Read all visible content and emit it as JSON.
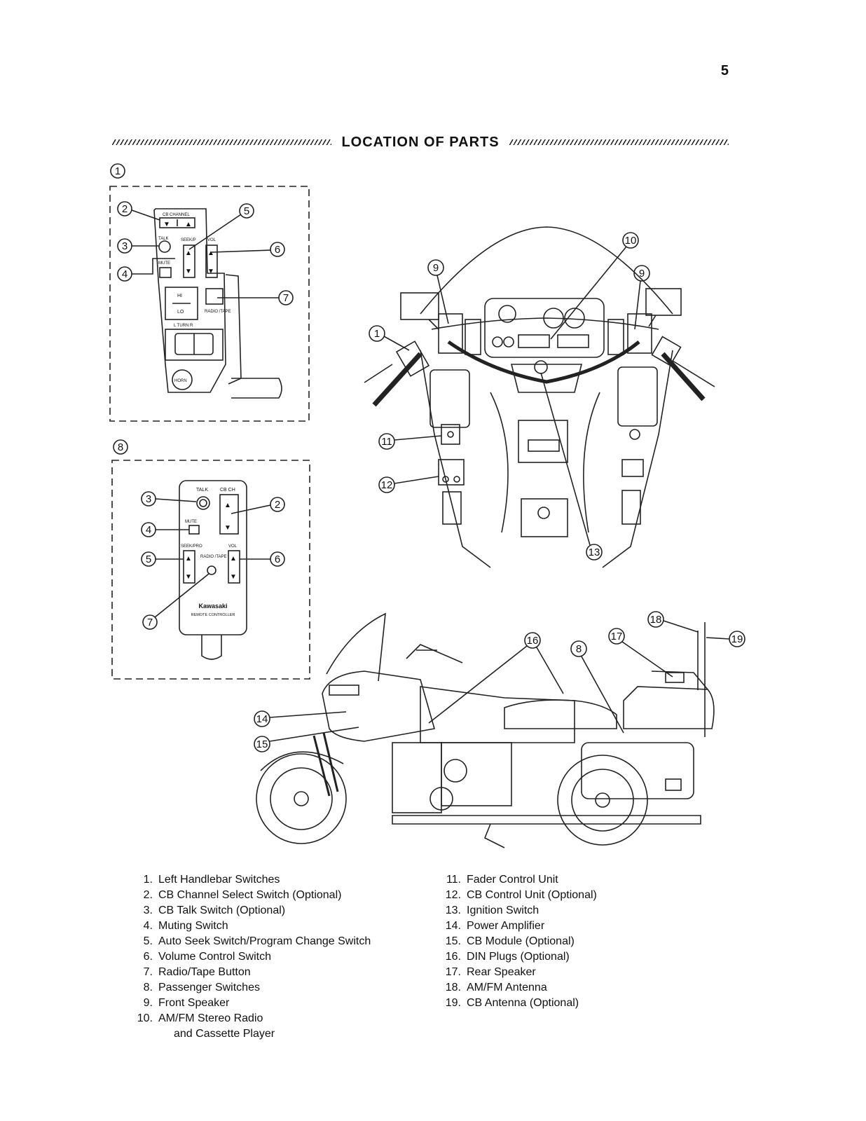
{
  "page": {
    "number": "5",
    "title": "LOCATION OF PARTS"
  },
  "callouts": {
    "c1": "1",
    "c2": "2",
    "c3": "3",
    "c4": "4",
    "c5": "5",
    "c6": "6",
    "c7": "7",
    "c8": "8",
    "c9": "9",
    "c10": "10",
    "c11": "11",
    "c12": "12",
    "c13": "13",
    "c14": "14",
    "c15": "15",
    "c16": "16",
    "c17": "17",
    "c18": "18",
    "c19": "19"
  },
  "switch_labels": {
    "cb_channel": "CB CHANNEL",
    "talk": "TALK",
    "seek_p": "SEEK/P",
    "vol": "VOL",
    "mute": "MUTE",
    "hi": "HI",
    "lo": "LO",
    "radio_tape": "RADIO /TAPE",
    "l_turn_r": "L   TURN   R",
    "horn": "HORN",
    "cb_ch": "CB CH",
    "seek_pro": "SEEK/PRO",
    "kawasaki": "Kawasaki",
    "remote_controller": "REMOTE CONTROLLER"
  },
  "legend_left": [
    {
      "num": "1.",
      "text": "Left Handlebar Switches"
    },
    {
      "num": "2.",
      "text": "CB Channel Select Switch (Optional)"
    },
    {
      "num": "3.",
      "text": "CB Talk Switch (Optional)"
    },
    {
      "num": "4.",
      "text": "Muting Switch"
    },
    {
      "num": "5.",
      "text": "Auto Seek Switch/Program Change Switch"
    },
    {
      "num": "6.",
      "text": "Volume Control Switch"
    },
    {
      "num": "7.",
      "text": "Radio/Tape Button"
    },
    {
      "num": "8.",
      "text": "Passenger Switches"
    },
    {
      "num": "9.",
      "text": "Front Speaker"
    },
    {
      "num": "10.",
      "text": "AM/FM Stereo Radio"
    }
  ],
  "legend_left_continuation": "and Cassette Player",
  "legend_right": [
    {
      "num": "11.",
      "text": "Fader Control Unit"
    },
    {
      "num": "12.",
      "text": "CB Control Unit (Optional)"
    },
    {
      "num": "13.",
      "text": "Ignition Switch"
    },
    {
      "num": "14.",
      "text": "Power Amplifier"
    },
    {
      "num": "15.",
      "text": "CB Module (Optional)"
    },
    {
      "num": "16.",
      "text": "DIN Plugs (Optional)"
    },
    {
      "num": "17.",
      "text": "Rear Speaker"
    },
    {
      "num": "18.",
      "text": "AM/FM Antenna"
    },
    {
      "num": "19.",
      "text": "CB Antenna (Optional)"
    }
  ]
}
